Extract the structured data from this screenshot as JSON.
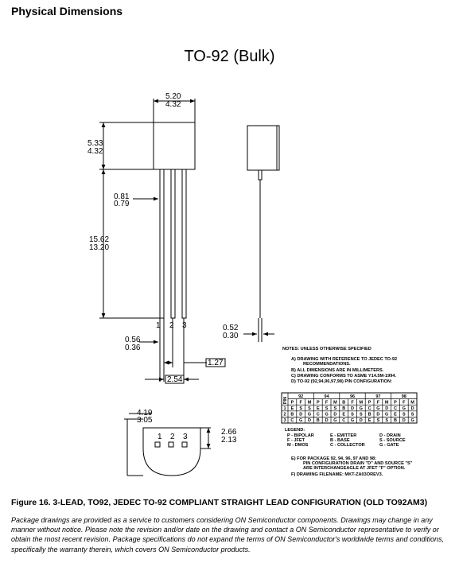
{
  "page_title": "Physical Dimensions",
  "drawing_title": "TO-92 (Bulk)",
  "dimensions": {
    "body_width_max": "5.20",
    "body_width_min": "4.32",
    "body_height_max": "5.33",
    "body_height_min": "4.32",
    "lead_width_max": "0.81",
    "lead_width_min": "0.79",
    "lead_length_max": "15.62",
    "lead_length_min": "13.20",
    "lead_thick_max": "0.56",
    "lead_thick_min": "0.36",
    "lead_pitch": "1.27",
    "lead_span": "2.54",
    "side_lead_max": "0.52",
    "side_lead_min": "0.30",
    "bottom_width_max": "4.19",
    "bottom_width_min": "3.05",
    "flat_height_max": "2.66",
    "flat_height_min": "2.13"
  },
  "pins": [
    "1",
    "2",
    "3"
  ],
  "bottom_pins": [
    "1",
    "2",
    "3"
  ],
  "notes": {
    "header": "NOTES: UNLESS OTHERWISE SPECIFIED",
    "a1": "A)  DRAWING WITH REFERENCE TO JEDEC TO-92",
    "a2": "RECOMMENDATIONS.",
    "b": "B)  ALL DIMENSIONS ARE IN MILLIMETERS.",
    "c": "C)  DRAWING CONFORMS TO ASME Y14.5M-1994.",
    "d": "D)  TO-92 (92,94,96,97,98) PIN CONFIGURATION:"
  },
  "pin_table": {
    "pin_header": "PIN",
    "groups": [
      "92",
      "94",
      "96",
      "97",
      "98"
    ],
    "subheaders": [
      "P",
      "F",
      "M",
      "P",
      "F",
      "M",
      "B",
      "F",
      "M",
      "P",
      "F",
      "M",
      "P",
      "F",
      "M"
    ],
    "rows": [
      {
        "pin": "1",
        "cells": [
          "E",
          "S",
          "S",
          "E",
          "S",
          "S",
          "B",
          "D",
          "G",
          "C",
          "G",
          "D",
          "C",
          "G",
          "D"
        ]
      },
      {
        "pin": "2",
        "cells": [
          "B",
          "D",
          "G",
          "C",
          "G",
          "D",
          "E",
          "S",
          "S",
          "B",
          "D",
          "G",
          "E",
          "S",
          "S"
        ]
      },
      {
        "pin": "3",
        "cells": [
          "C",
          "G",
          "D",
          "B",
          "D",
          "G",
          "C",
          "G",
          "D",
          "E",
          "S",
          "S",
          "B",
          "D",
          "G"
        ]
      }
    ]
  },
  "legend": {
    "title": "LEGEND:",
    "col1": [
      "P - BIPOLAR",
      "F - JFET",
      "M - DMOS"
    ],
    "col2": [
      "E - EMITTER",
      "B - BASE",
      "C - COLLECTOR"
    ],
    "col3": [
      "D - DRAIN",
      "S - SOURCE",
      "G - GATE"
    ]
  },
  "notes_extra": {
    "e1": "E)  FOR PACKAGE 92, 94, 96, 97 AND 98:",
    "e2": "PIN CONFIGURATION DRAIN \"D\" AND SOURCE \"S\"",
    "e3": "ARE INTERCHANGEAGLE AT JFET \"F\" OPTION.",
    "f": "F)  DRAWING FILENAME: MKT-ZA03OREV3."
  },
  "caption": "Figure 16. 3-LEAD, TO92, JEDEC TO-92 COMPLIANT STRAIGHT LEAD CONFIGURATION (OLD TO92AM3)",
  "disclaimer": "Package drawings are provided as a service to customers considering ON Semiconductor components. Drawings may change in any manner without notice. Please note the revision and/or date on the drawing and contact a ON Semiconductor representative to verify or obtain the most recent revision. Package specifications do not expand the terms of ON Semiconductor's worldwide terms and conditions, specifically the warranty therein, which covers ON Semiconductor products."
}
